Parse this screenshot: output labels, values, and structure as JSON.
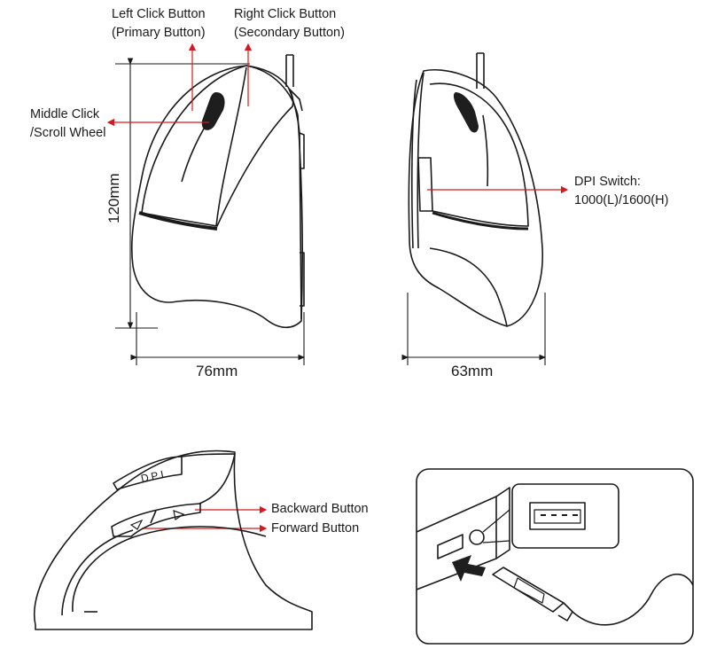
{
  "colors": {
    "line": "#1a1a1a",
    "arrow": "#d7191f",
    "wheel": "#1e1e1e"
  },
  "labels": {
    "left_click_line1": "Left Click Button",
    "left_click_line2": "(Primary Button)",
    "right_click_line1": "Right Click Button",
    "right_click_line2": "(Secondary Button)",
    "middle_click_line1": "Middle Click",
    "middle_click_line2": "/Scroll Wheel",
    "dpi_switch_line1": "DPI Switch:",
    "dpi_switch_line2": "1000(L)/1600(H)",
    "backward": "Backward Button",
    "forward": "Forward Button",
    "dpi_badge": "DPI"
  },
  "dimensions": {
    "height": "120mm",
    "front_width": "76mm",
    "side_width": "63mm"
  },
  "icons": [
    "usb-port-icon",
    "usb-plug-icon",
    "insert-arrow-icon",
    "triangle-right-icon",
    "triangle-left-icon"
  ]
}
